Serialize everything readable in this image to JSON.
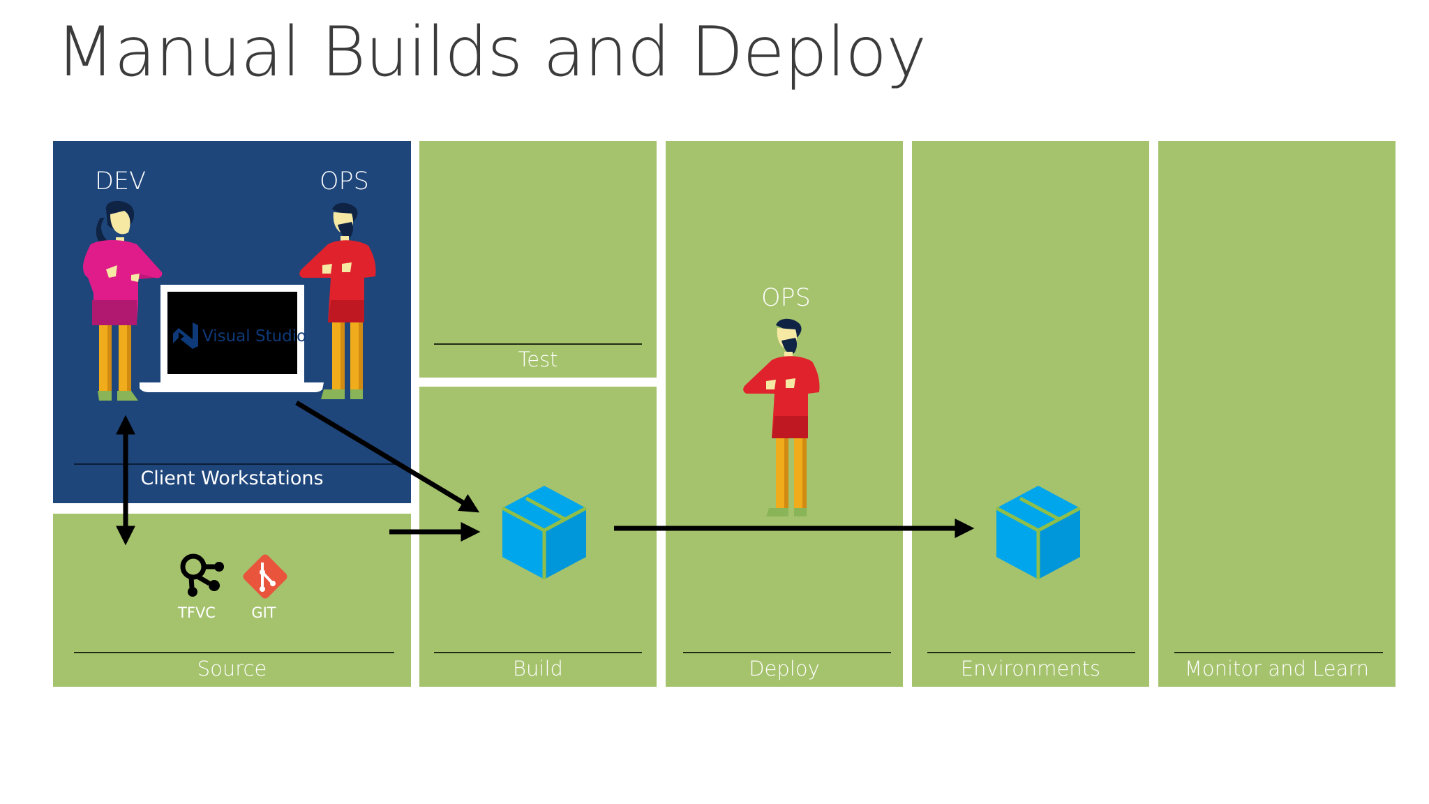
{
  "title": "Manual Builds and Deploy",
  "client_workstations": {
    "label": "Client Workstations",
    "dev_label": "DEV",
    "ops_label": "OPS",
    "laptop_brand": "Visual Studio"
  },
  "stages": {
    "test": "Test",
    "source": "Source",
    "build": "Build",
    "deploy": "Deploy",
    "environments": "Environments",
    "monitor": "Monitor and Learn"
  },
  "deploy_ops_label": "OPS",
  "repositories": {
    "tfvc": "TFVC",
    "git": "GIT"
  },
  "colors": {
    "tile_green": "#a5c26d",
    "workstation_blue": "#1f467b",
    "package_blue": "#00a6ec",
    "dev_shirt": "#e01c8a",
    "ops_shirt": "#e0222c"
  }
}
